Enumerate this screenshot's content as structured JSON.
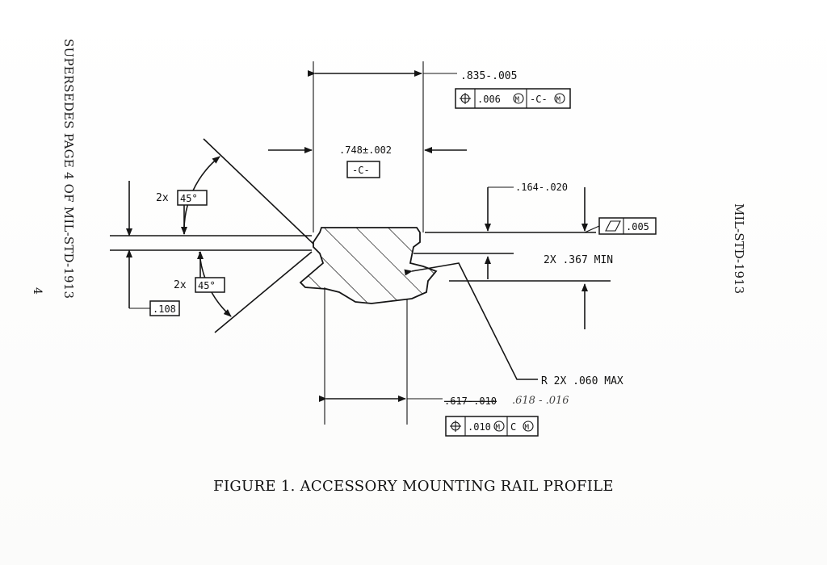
{
  "side_text_left": "SUPERSEDES PAGE 4 OF MIL-STD-1913",
  "page_number": "4",
  "side_text_right": "MIL-STD-1913",
  "caption": "FIGURE 1. ACCESSORY MOUNTING RAIL PROFILE",
  "dimensions": {
    "top_width": ".835-.005",
    "top_width_fcf": {
      "tolerance": ".006",
      "datum": "-C-"
    },
    "slot_width": ".748±.002",
    "datum_c": "-C-",
    "angle_upper_prefix": "2x",
    "angle_upper": "45°",
    "angle_lower_prefix": "2x",
    "angle_lower": "45°",
    "height_right": ".164-.020",
    "flatness": ".005",
    "depth_note": "2X .367 MIN",
    "left_dim": ".108",
    "radius_note": "R 2X .060 MAX",
    "bottom_width": ".617-.010",
    "bottom_width_handwritten": ".618 - .016",
    "bottom_fcf": {
      "tolerance": ".010",
      "datum": "C"
    }
  }
}
